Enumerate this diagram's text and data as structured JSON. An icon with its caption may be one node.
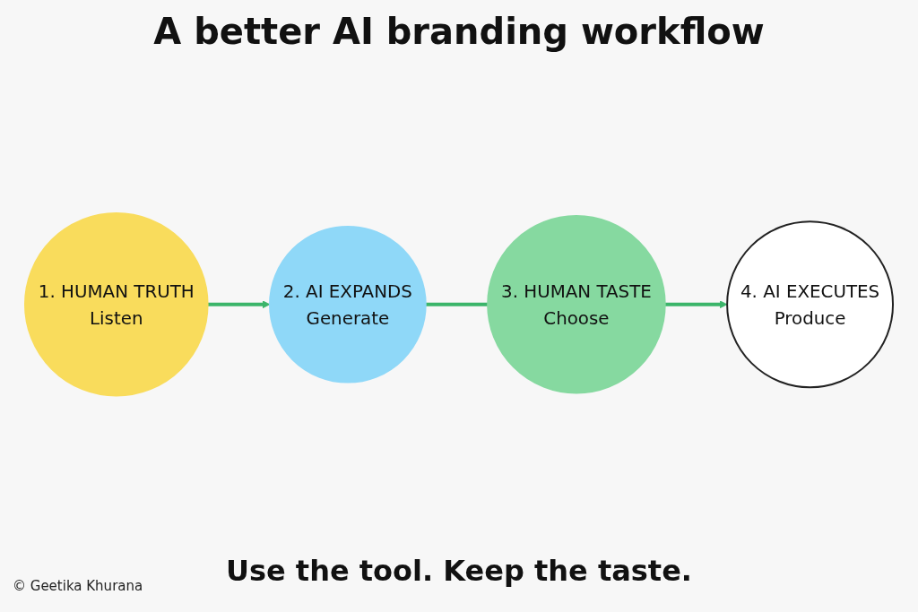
{
  "diagram": {
    "title": "A better AI branding workflow",
    "caption": "Use the tool. Keep the taste.",
    "nodes": [
      {
        "text": [
          "1. HUMAN TRUTH",
          "Listen"
        ]
      },
      {
        "text": [
          "2. AI EXPANDS",
          "Generate"
        ]
      },
      {
        "text": [
          "3. HUMAN TASTE",
          "Choose"
        ]
      },
      {
        "text": [
          "4. AI EXECUTES",
          "Produce"
        ]
      }
    ],
    "edges": [
      {
        "from": 0,
        "to": 1,
        "arrow": "to"
      },
      {
        "from": 1,
        "to": 2,
        "arrow": "none"
      },
      {
        "from": 2,
        "to": 3,
        "arrow": "to"
      }
    ],
    "labels": [
      "© Geetika Khurana"
    ]
  }
}
